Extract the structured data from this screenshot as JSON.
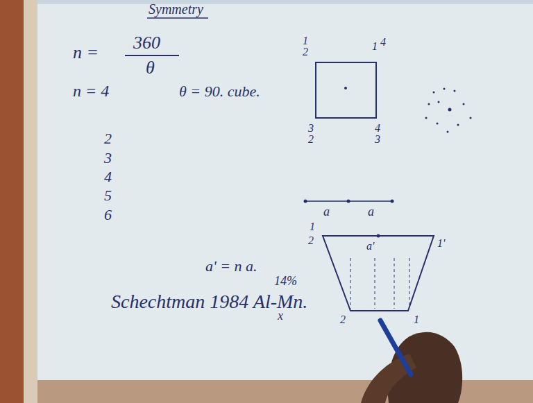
{
  "diagram": {
    "title": "Symmetry",
    "labels": [
      "n =",
      "360",
      "θ",
      "n = 4",
      "θ = 90. cube.",
      "1",
      "2",
      "1",
      "4",
      "3",
      "2",
      "4",
      "3",
      "2",
      "3",
      "4",
      "5",
      "6",
      "a",
      "a",
      "1",
      "2",
      "a'",
      "1'",
      "2",
      "1",
      "a' = n a.",
      "14%",
      "Schechtman 1984 Al-Mn.",
      "x"
    ]
  }
}
